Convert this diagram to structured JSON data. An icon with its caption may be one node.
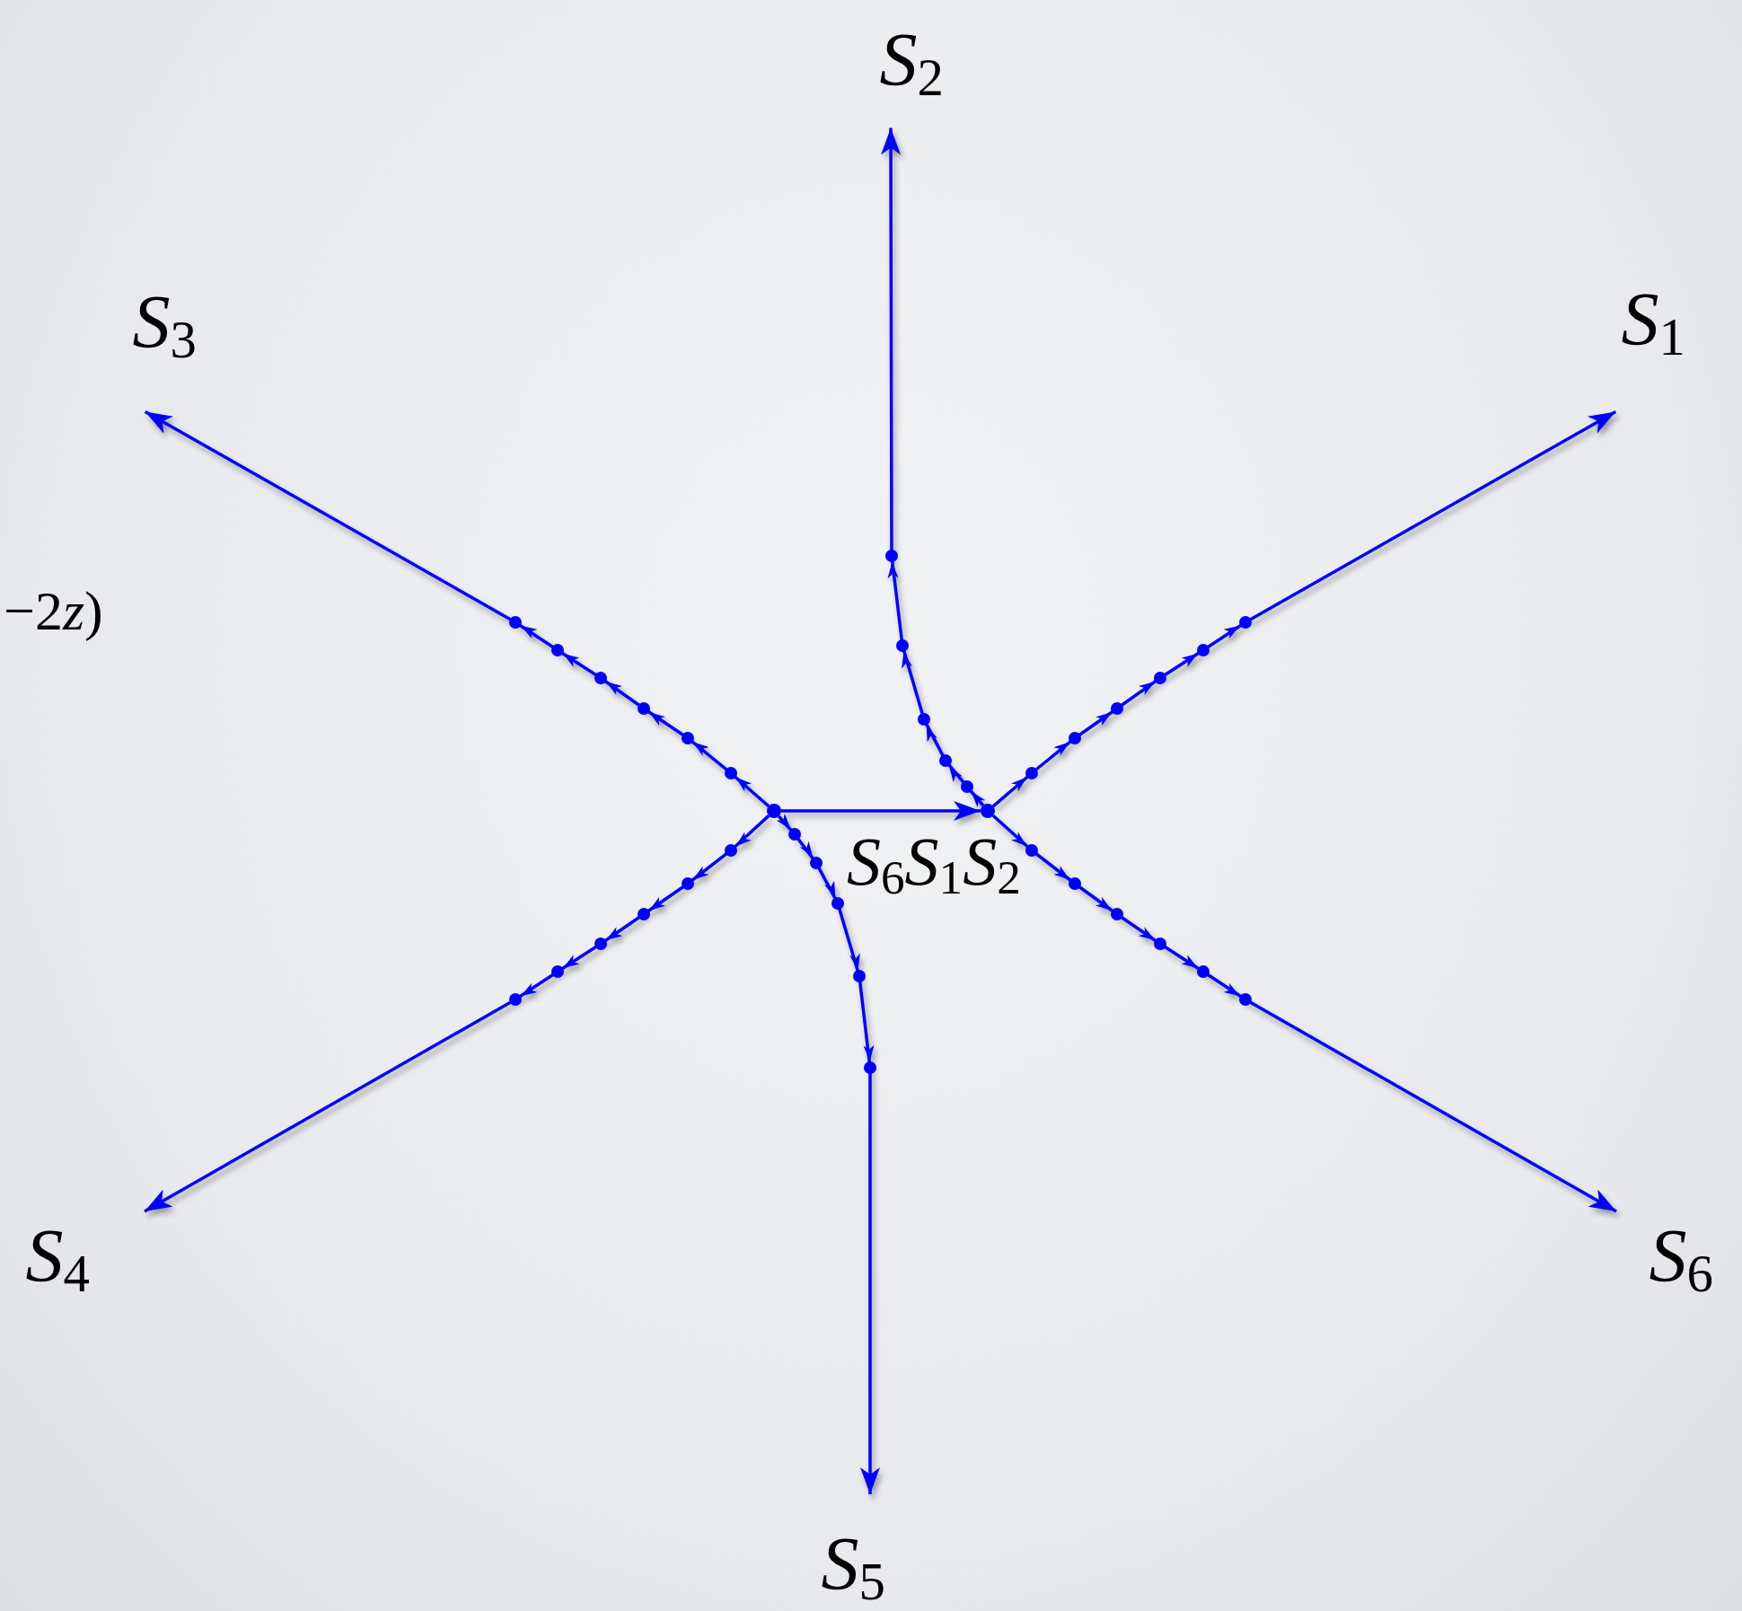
{
  "diagram": {
    "nodes": [
      {
        "text": [
          "S$_{2}$"
        ]
      },
      {
        "text": [
          "S$_{3}$"
        ]
      },
      {
        "text": [
          "S$_{1}$"
        ]
      },
      {
        "text": [],
        "shape": "circle"
      },
      {
        "text": [],
        "shape": "circle"
      },
      {
        "text": [
          "S$_{4}$"
        ]
      },
      {
        "text": [
          "S$_{6}$"
        ]
      },
      {
        "text": [
          "S$_{5}$"
        ]
      }
    ],
    "edges": [
      {
        "from": 3,
        "to": 4,
        "arrow": "to"
      },
      {
        "from": 4,
        "to": 2,
        "arrow": "to"
      },
      {
        "from": 4,
        "to": 0,
        "arrow": "to"
      },
      {
        "from": 4,
        "to": 6,
        "arrow": "to"
      },
      {
        "from": 3,
        "to": 1,
        "arrow": "to"
      },
      {
        "from": 3,
        "to": 5,
        "arrow": "to"
      },
      {
        "from": 3,
        "to": 7,
        "arrow": "to"
      }
    ],
    "labels": [
      "−2z)",
      "S$_{6}$S$_{1}$S$_{2}$"
    ]
  }
}
